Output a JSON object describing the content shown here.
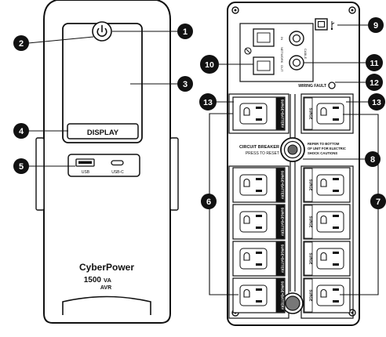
{
  "front_panel": {
    "display_button_label": "DISPLAY",
    "usb_a_label": "USB",
    "usb_c_label": "USB-C",
    "brand": "CyberPower",
    "capacity_number": "1500",
    "capacity_unit": "VA",
    "model": "AVR"
  },
  "rear_panel": {
    "wiring_fault_label": "WIRING FAULT",
    "cable_label": "CABLE",
    "network_in_label": "IN",
    "network_label": "NETWORK",
    "network_out_label": "OUT",
    "breaker_line1": "CIRCUIT BREAKER",
    "breaker_line2": "PRESS TO RESET",
    "caution_line1": "REFER TO BOTTOM",
    "caution_line2": "OF UNIT FOR ELECTRIC",
    "caution_line3": "SHOCK CAUTIONS",
    "battery_outlet_label": "SURGE+BATTERY",
    "surge_outlet_label": "SURGE"
  },
  "callouts": {
    "c1": "1",
    "c2": "2",
    "c3": "3",
    "c4": "4",
    "c5": "5",
    "c6": "6",
    "c7": "7",
    "c8": "8",
    "c9": "9",
    "c10": "10",
    "c11": "11",
    "c12": "12",
    "c13a": "13",
    "c13b": "13"
  }
}
